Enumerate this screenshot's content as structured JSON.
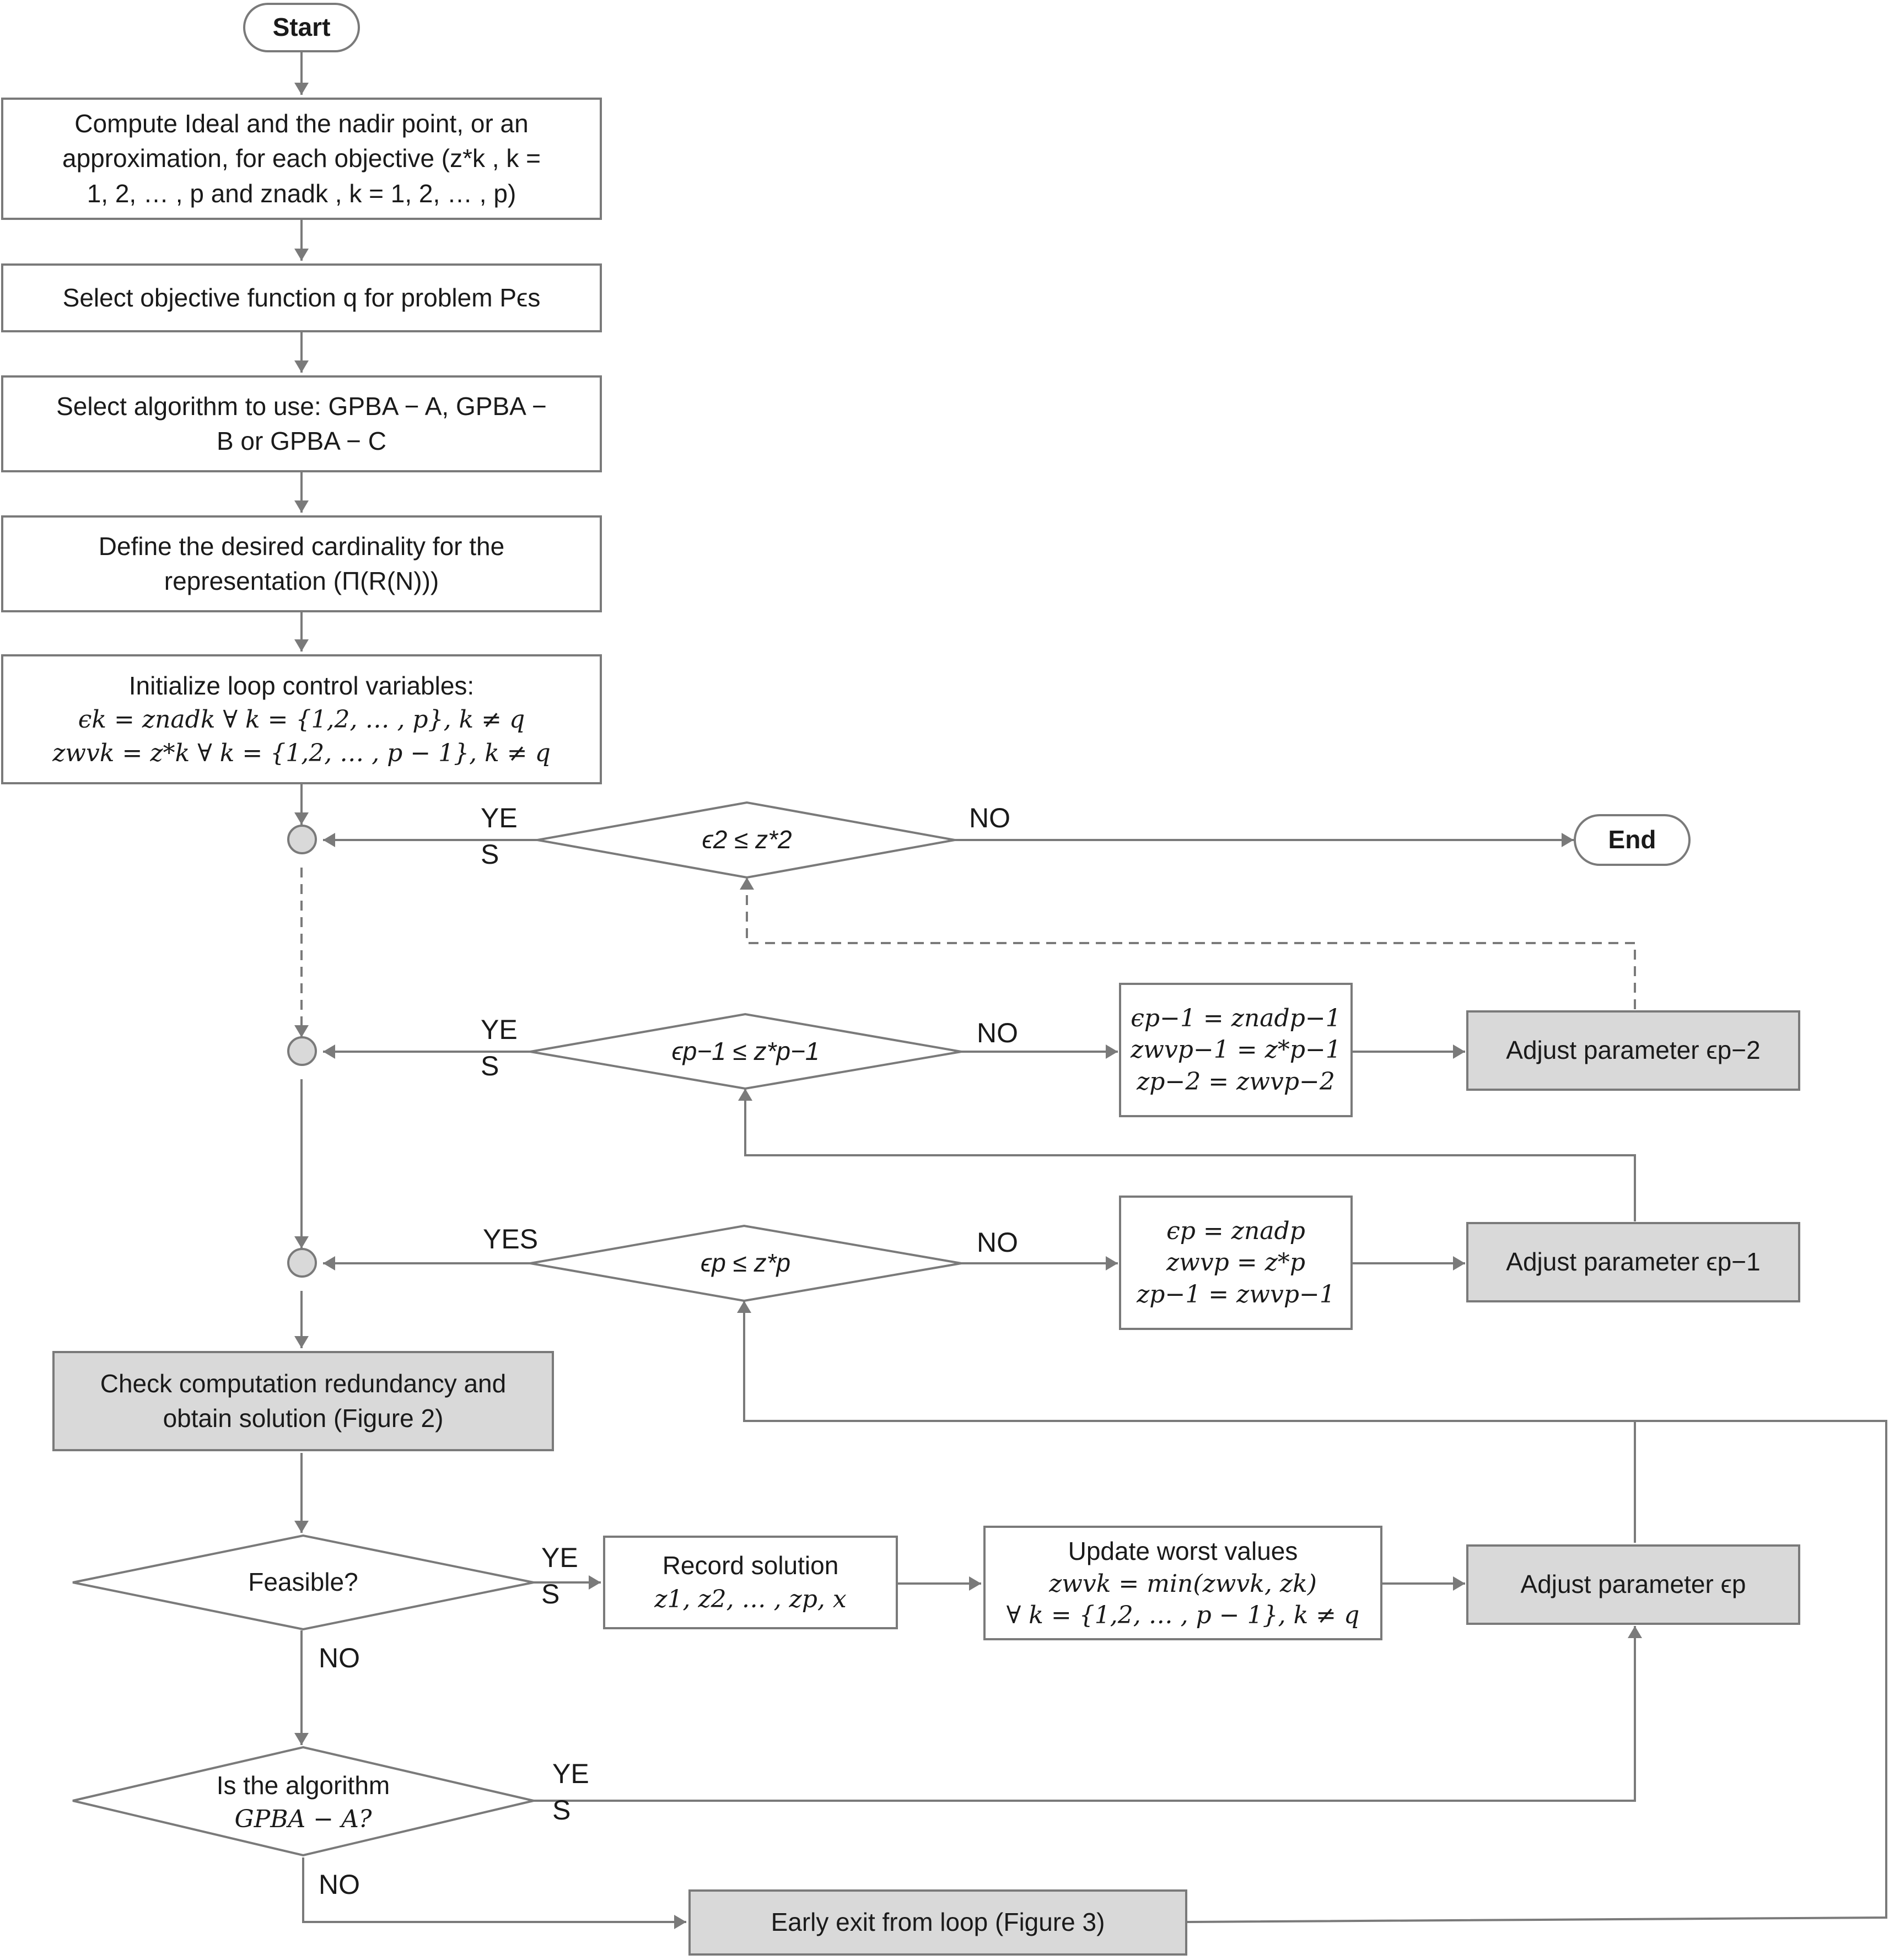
{
  "nodes": {
    "start": "Start",
    "compute_ideal": {
      "line1": "Compute Ideal and the nadir point, or an",
      "line2": "approximation, for each objective (z*k , k =",
      "line3": "1, 2, … , p and znadk , k = 1, 2, … , p)"
    },
    "select_objective": "Select objective function q for problem Pϵs",
    "select_algorithm": {
      "line1": "Select algorithm to use: GPBA − A, GPBA −",
      "line2": "B or GPBA − C"
    },
    "define_cardinality": {
      "line1": "Define the desired cardinality for the",
      "line2": "representation (Π(R(N)))"
    },
    "initialize": {
      "line1": "Initialize loop control variables:",
      "line2": "ϵk = znadk ∀ k = {1,2, … , p},        k ≠ q",
      "line3": "zwvk = z*k ∀ k = {1,2, … , p − 1},        k ≠ q"
    },
    "cond_eps2": "ϵ2 ≤ z*2",
    "end": "End",
    "cond_epsp1": "ϵp−1 ≤ z*p−1",
    "reset_p1": {
      "line1": "ϵp−1 = znadp−1",
      "line2": "zwvp−1 = z*p−1",
      "line3": "zp−2 = zwvp−2"
    },
    "adjust_p2": "Adjust parameter ϵp−2",
    "cond_epsp": "ϵp ≤ z*p",
    "reset_p": {
      "line1": "ϵp = znadp",
      "line2": "zwvp = z*p",
      "line3": "zp−1 = zwvp−1"
    },
    "adjust_p1": "Adjust parameter ϵp−1",
    "check_redundancy": {
      "line1": "Check computation redundancy and",
      "line2": "obtain solution (Figure 2)"
    },
    "feasible": "Feasible?",
    "record_solution": {
      "line1": "Record solution",
      "line2": "z1, z2, … , zp, x"
    },
    "update_worst": {
      "line1": "Update worst values",
      "line2": "zwvk = min(zwvk, zk)",
      "line3": "∀ k = {1,2, … , p − 1}, k ≠ q"
    },
    "adjust_p": "Adjust parameter ϵp",
    "is_gpba_a": {
      "line1": "Is the algorithm",
      "line2": "GPBA − A?"
    },
    "early_exit": "Early exit from loop (Figure 3)"
  },
  "labels": {
    "yes_eps2_a": "YE",
    "yes_eps2_b": "S",
    "no_eps2": "NO",
    "yes_epsp1_a": "YE",
    "yes_epsp1_b": "S",
    "no_epsp1": "NO",
    "yes_epsp": "YES",
    "no_epsp": "NO",
    "yes_feasible_a": "YE",
    "yes_feasible_b": "S",
    "no_feasible": "NO",
    "yes_gpba_a": "YE",
    "yes_gpba_b": "S",
    "no_gpba": "NO"
  },
  "colors": {
    "line": "#7a7a7a",
    "gray_fill": "#d9d9d9",
    "connector_fill": "#d9d9d9"
  }
}
